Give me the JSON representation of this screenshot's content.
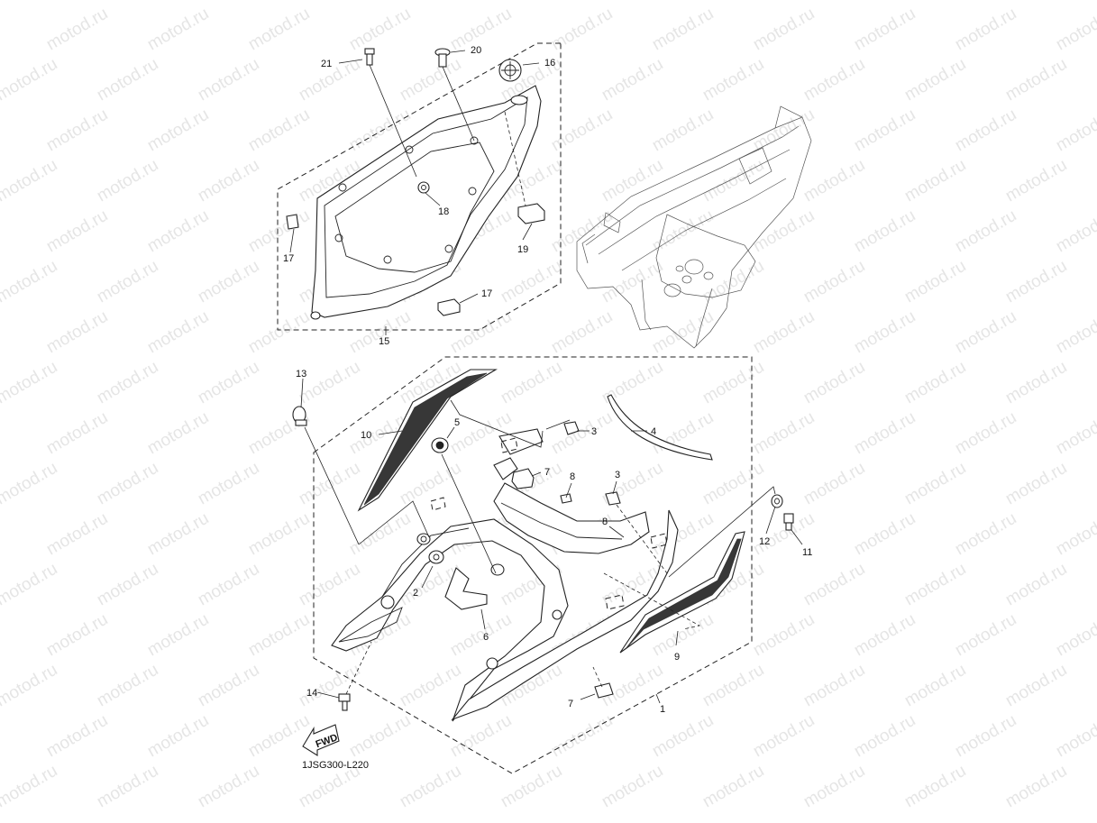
{
  "watermark": {
    "text": "motod.ru"
  },
  "diagram_code": "1JSG300-L220",
  "fwd_label": "FWD",
  "callouts": {
    "c1": "1",
    "c2": "2",
    "c3a": "3",
    "c3b": "3",
    "c4": "4",
    "c5": "5",
    "c6": "6",
    "c7a": "7",
    "c7b": "7",
    "c8a": "8",
    "c8b": "8",
    "c9": "9",
    "c10": "10",
    "c11": "11",
    "c12": "12",
    "c13": "13",
    "c14": "14",
    "c15": "15",
    "c16": "16",
    "c17a": "17",
    "c17b": "17",
    "c18": "18",
    "c19": "19",
    "c20": "20",
    "c21": "21"
  }
}
